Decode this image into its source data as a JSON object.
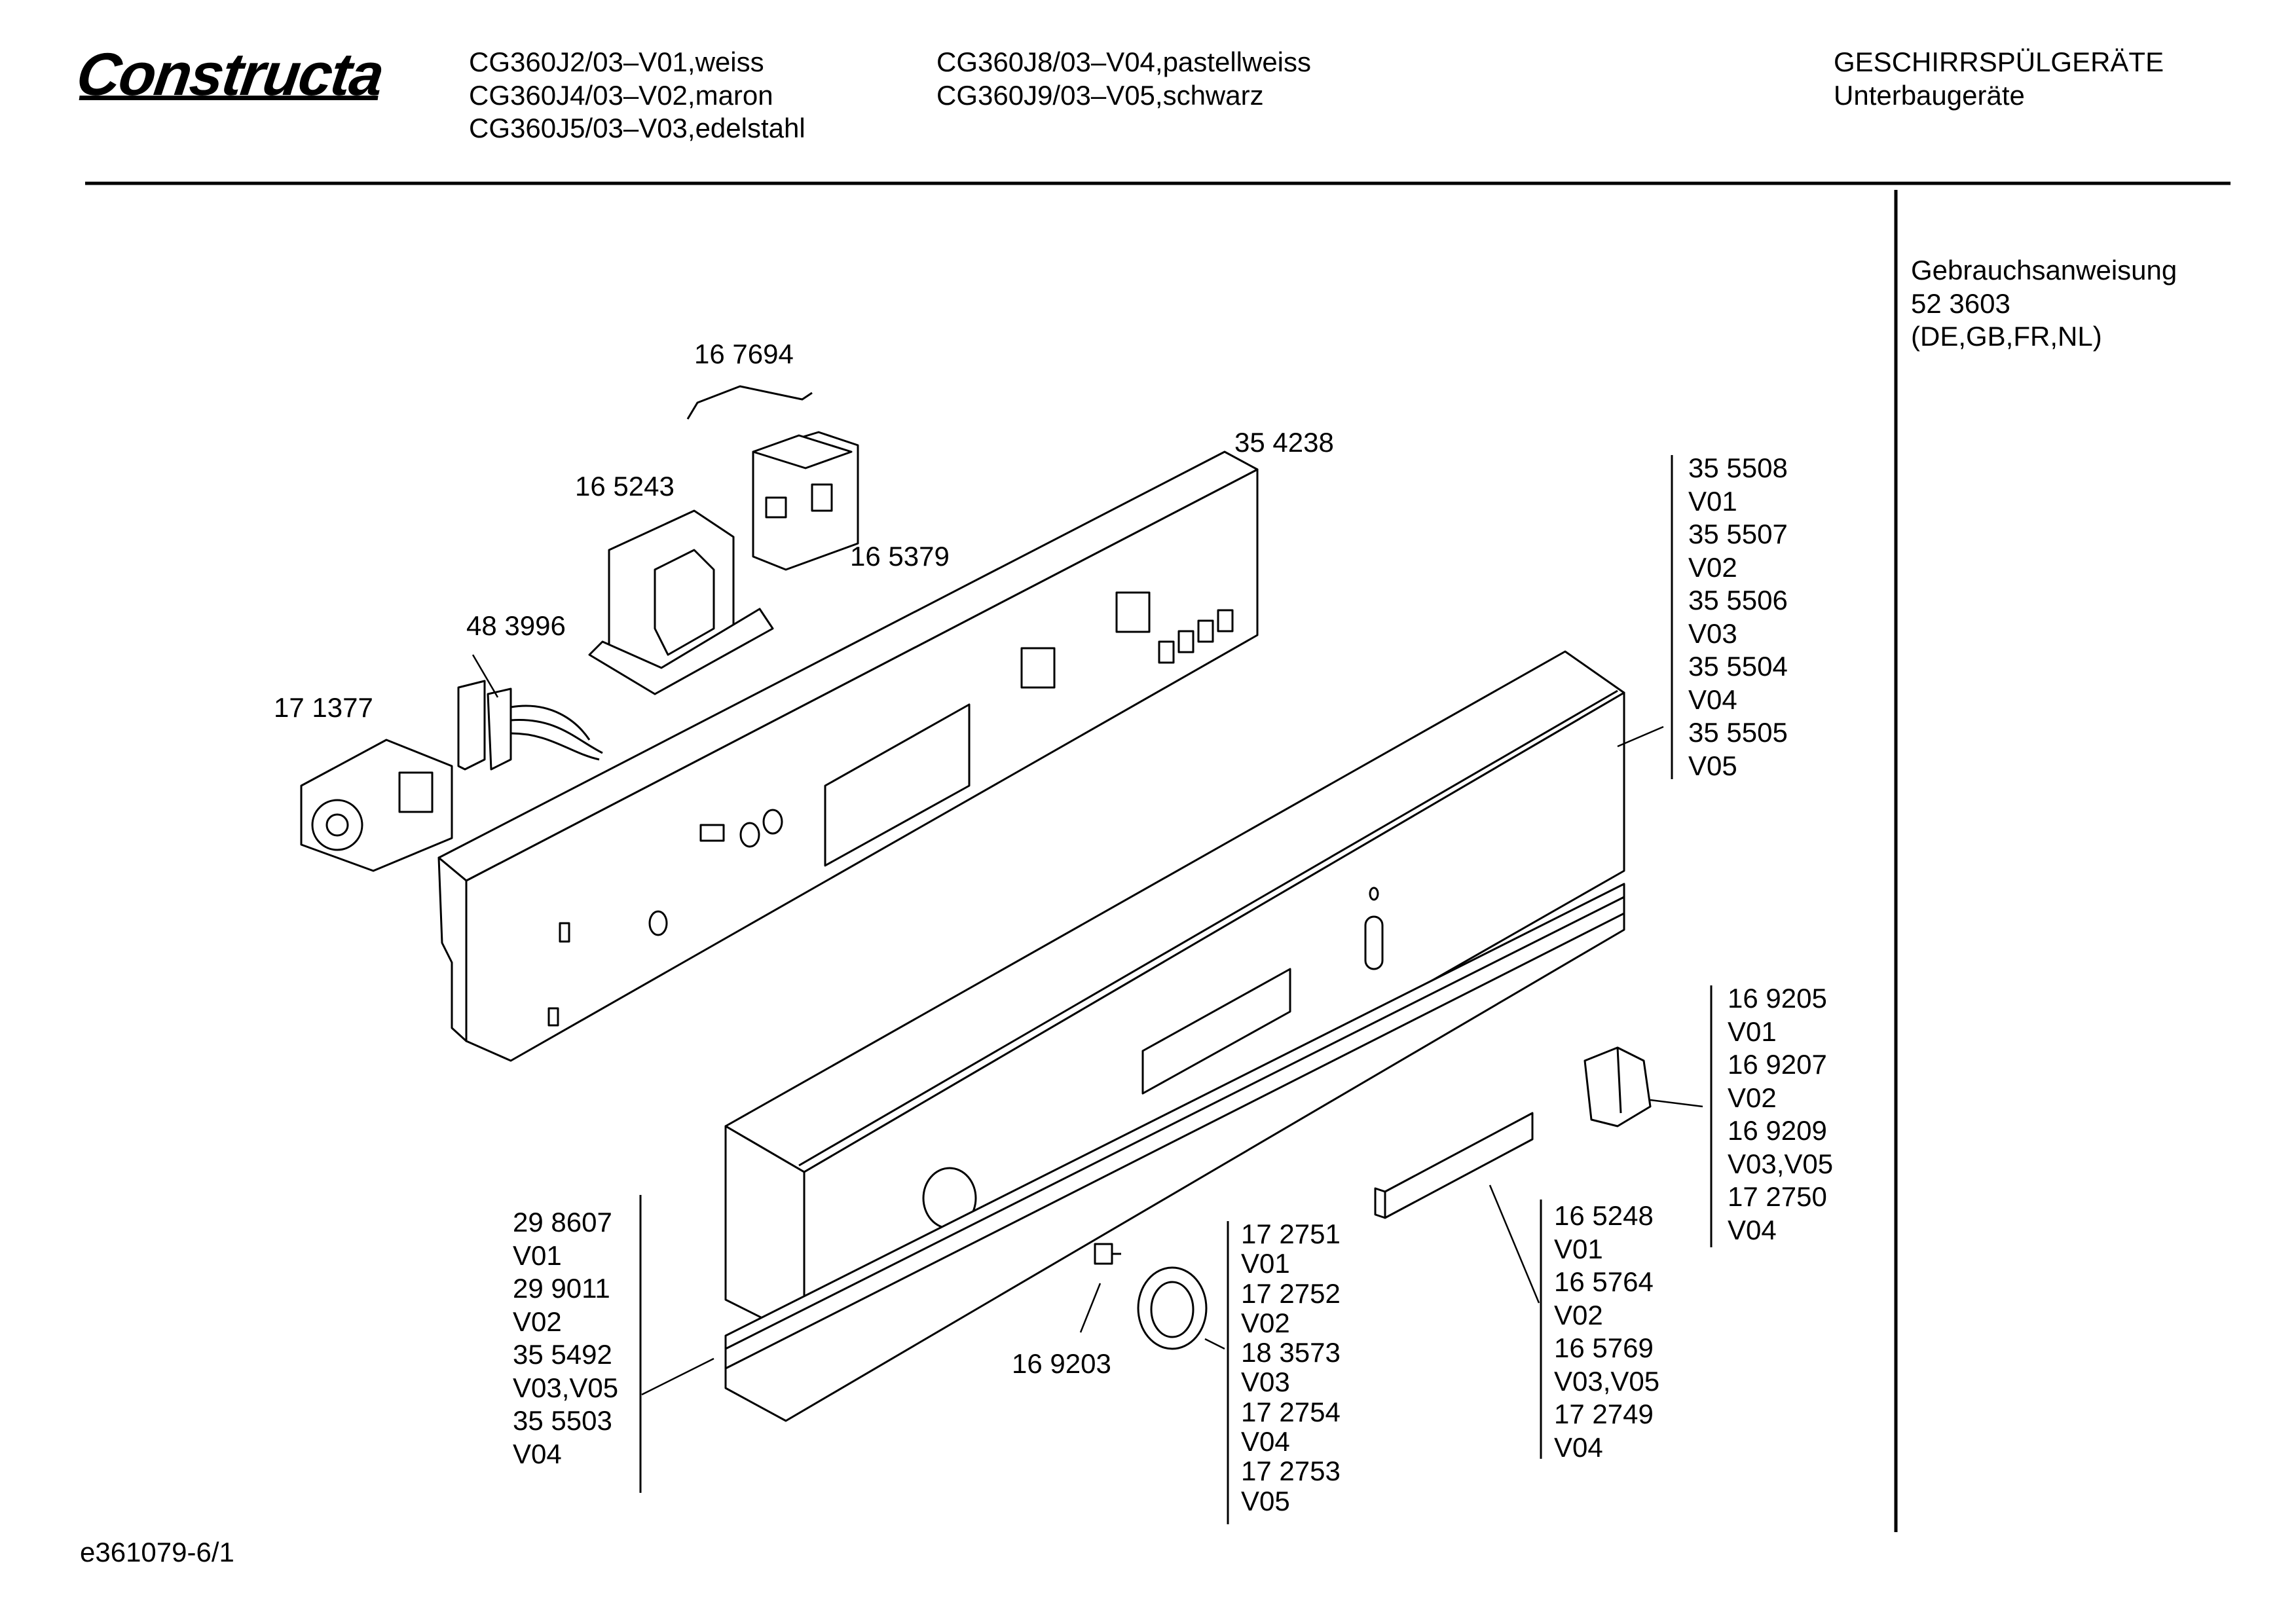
{
  "brand": "Constructa",
  "models": {
    "col1": [
      "CG360J2/03–V01,weiss",
      "CG360J4/03–V02,maron",
      "CG360J5/03–V03,edelstahl"
    ],
    "col2": [
      "CG360J8/03–V04,pastellweiss",
      "CG360J9/03–V05,schwarz"
    ]
  },
  "category": {
    "title": "GESCHIRRSPÜLGERÄTE",
    "subtitle": "Unterbaugeräte"
  },
  "manual": {
    "label": "Gebrauchsanweisung",
    "number": "52 3603",
    "languages": "(DE,GB,FR,NL)"
  },
  "parts": {
    "p167694": "16 7694",
    "p354238": "35 4238",
    "p165243": "16 5243",
    "p165379": "16 5379",
    "p483996": "48 3996",
    "p171377": "17 1377",
    "p169203": "16 9203"
  },
  "variant_lists": {
    "front_panel": [
      "35 5508",
      "V01",
      "35 5507",
      "V02",
      "35 5506",
      "V03",
      "35 5504",
      "V04",
      "35 5505",
      "V05"
    ],
    "push_button": [
      "16 9205",
      "V01",
      "16 9207",
      "V02",
      "16 9209",
      "V03,V05",
      "17 2750",
      "V04"
    ],
    "cover_strip": [
      "16 5248",
      "V01",
      "16 5764",
      "V02",
      "16 5769",
      "V03,V05",
      "17 2749",
      "V04"
    ],
    "knob": [
      "17 2751",
      "V01",
      "17 2752",
      "V02",
      "18 3573",
      "V03",
      "17 2754",
      "V04",
      "17 2753",
      "V05"
    ],
    "base_strip": [
      "29 8607",
      "V01",
      "29 9011",
      "V02",
      "35 5492",
      "V03,V05",
      "35 5503",
      "V04"
    ]
  },
  "drawing_code": "e361079-6/1"
}
